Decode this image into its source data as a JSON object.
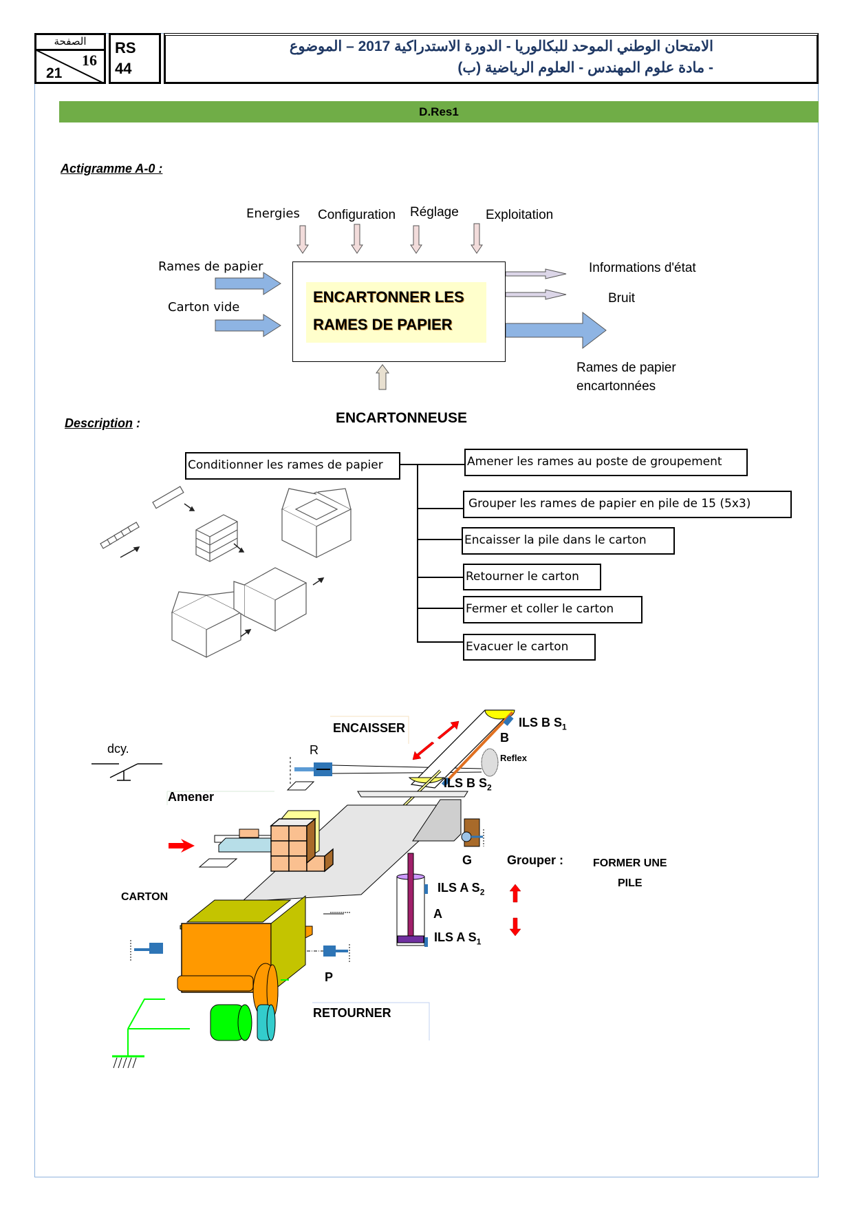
{
  "header": {
    "page_label": "الصفحة",
    "page_current": "16",
    "page_total": "21",
    "code_line1": "RS",
    "code_line2": "44",
    "title_line1": "الامتحان الوطني الموحد للبكالوريا - الدورة الاستدراكية 2017 – الموضوع",
    "title_line2": "- مادة علوم المهندس - العلوم الرياضية (ب)"
  },
  "section_bar": "D.Res1",
  "actigramme": {
    "title": "Actigramme A-0 :",
    "function": [
      "ENCARTONNER LES",
      "RAMES DE PAPIER"
    ],
    "controls": [
      "Energies",
      "Configuration",
      "Réglage",
      "Exploitation"
    ],
    "inputs": [
      "Rames de papier",
      "Carton vide"
    ],
    "outputs": [
      "Informations d'état",
      "Bruit"
    ],
    "main_output": [
      "Rames de papier",
      "encartonnées"
    ],
    "support": "ENCARTONNEUSE",
    "colors": {
      "input_arrow": "#8eb4e3",
      "control_arrow": "#f2dcdb",
      "function_bg": "#ffffcc"
    }
  },
  "description": {
    "title": "Description",
    "title_suffix": " :",
    "root": "Conditionner les rames de papier",
    "children": [
      "Amener les rames au poste de groupement",
      "Grouper les rames de papier en pile de 15 (5x3)",
      "Encaisser la pile dans le carton",
      "Retourner le carton",
      "Fermer et coller le carton",
      "Evacuer le carton"
    ]
  },
  "mechanism": {
    "labels": {
      "encaisser": "ENCAISSER",
      "ils_b_s1": "ILS B S",
      "ils_b_s1_sub": "1",
      "b": "B",
      "reflex": "Reflex",
      "r": "R",
      "dcy": "dcy.",
      "ils_b_s2": "ILS B S",
      "ils_b_s2_sub": "2",
      "amener": "Amener",
      "g": "G",
      "grouper": "Grouper :",
      "former_une_pile": [
        "FORMER UNE",
        "PILE"
      ],
      "carton": "CARTON",
      "ils_a_s2": "ILS A S",
      "ils_a_s2_sub": "2",
      "a": "A",
      "ils_a_s1": "ILS A S",
      "ils_a_s1_sub": "1",
      "p": "P",
      "retourner": "RETOURNER"
    },
    "colors": {
      "box": "#ff9900",
      "flap": "#c4c400",
      "motor": "#00ff00",
      "wheel": "#33cccc",
      "rod": "#a0206a",
      "actuator": "#2e75b6",
      "arrow": "#ff0000",
      "ream": "#fac090",
      "ream_side": "#a86a2a"
    }
  }
}
